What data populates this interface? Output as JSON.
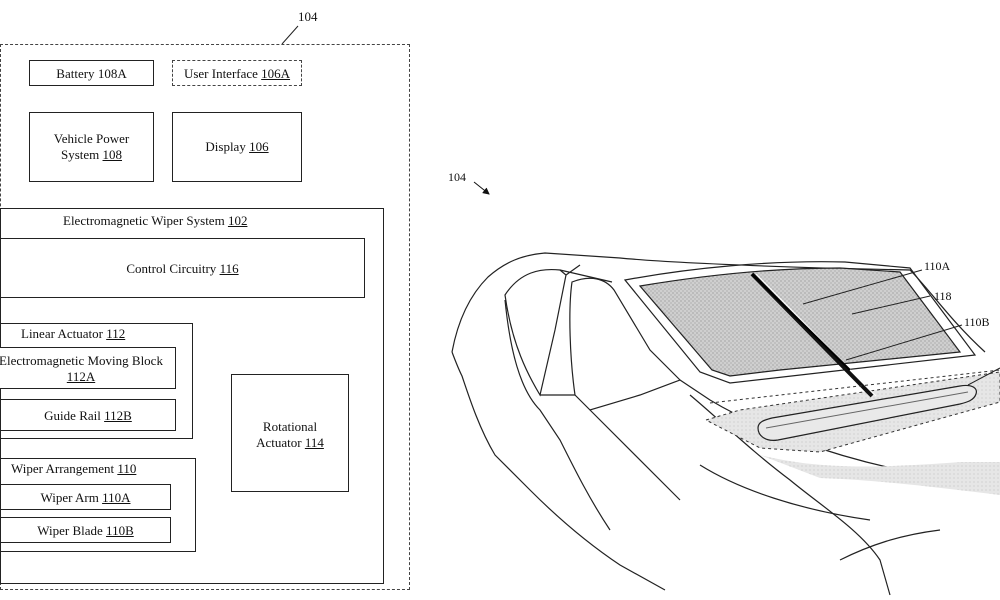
{
  "block_diagram": {
    "ref_outer": "104",
    "battery": {
      "label": "Battery",
      "ref": "108A"
    },
    "user_interface": {
      "label": "User Interface",
      "ref": "106A"
    },
    "vehicle_power": {
      "label_1": "Vehicle Power",
      "label_2": "System",
      "ref": "108"
    },
    "display": {
      "label": "Display",
      "ref": "106"
    },
    "wiper_system": {
      "label": "Electromagnetic Wiper System",
      "ref": "102"
    },
    "control": {
      "label": "Control Circuitry",
      "ref": "116"
    },
    "linear_actuator": {
      "label": "Linear Actuator",
      "ref": "112"
    },
    "em_block": {
      "label_1": "Electromagnetic Moving Block",
      "ref": "112A"
    },
    "guide_rail": {
      "label": "Guide Rail",
      "ref": "112B"
    },
    "rotational": {
      "label_1": "Rotational",
      "label_2": "Actuator",
      "ref": "114"
    },
    "wiper_arrangement": {
      "label": "Wiper Arrangement",
      "ref": "110"
    },
    "wiper_arm": {
      "label": "Wiper Arm",
      "ref": "110A"
    },
    "wiper_blade": {
      "label": "Wiper Blade",
      "ref": "110B"
    }
  },
  "car_figure": {
    "ref_car": "104",
    "ref_arm": "110A",
    "ref_windshield": "118",
    "ref_blade": "110B"
  }
}
